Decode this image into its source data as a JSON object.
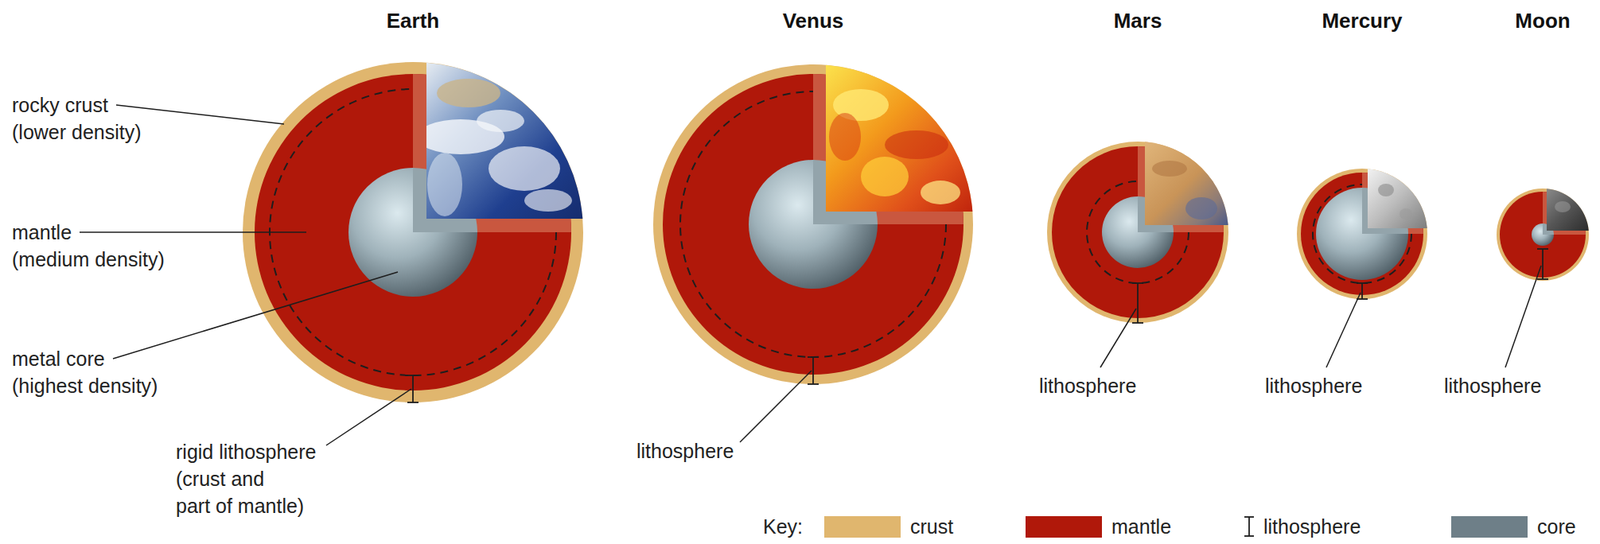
{
  "diagram": {
    "nodes": [
      {
        "text": [
          "Earth"
        ]
      },
      {
        "text": [
          "Venus"
        ]
      },
      {
        "text": [
          "Mars"
        ]
      },
      {
        "text": [
          "Mercury"
        ]
      },
      {
        "text": [
          "Moon"
        ]
      }
    ],
    "labels": [
      "rocky crust (lower density)",
      "mantle (medium density)",
      "metal core (highest density)",
      "rigid lithosphere (crust and part of mantle)",
      "lithosphere",
      "lithosphere",
      "lithosphere",
      "lithosphere",
      "Key:"
    ],
    "legend": [
      {
        "text": "crust",
        "color": "#e0b66e"
      },
      {
        "text": "mantle",
        "color": "#b0180a"
      },
      {
        "text": "lithosphere"
      },
      {
        "text": "core",
        "color": "#6e7f88"
      }
    ]
  }
}
